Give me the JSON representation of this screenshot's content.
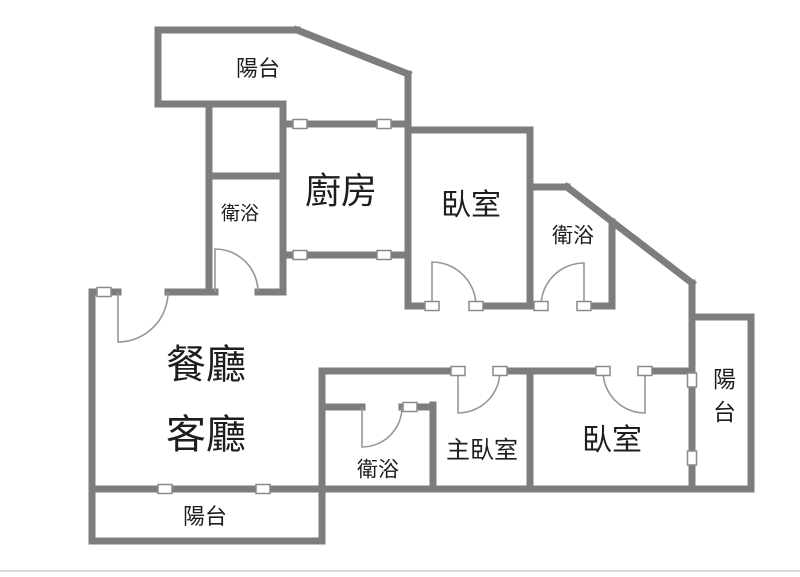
{
  "meta": {
    "title": "apartment-floor-plan"
  },
  "colors": {
    "wall": "#7d7d7d",
    "door_arc": "#979797",
    "marker_stroke": "#8a8a8a",
    "background": "#ffffff",
    "text": "#1e1e1e"
  },
  "rooms": {
    "balcony_top": "陽台",
    "kitchen": "廚房",
    "bathroom_top_left": "衛浴",
    "bedroom_top": "臥室",
    "bathroom_top_right": "衛浴",
    "dining_room": "餐廳",
    "living_room": "客廳",
    "bathroom_bottom": "衛浴",
    "master_bedroom": "主臥室",
    "bedroom_bottom_right": "臥室",
    "balcony_right": "陽台",
    "balcony_bottom": "陽台"
  }
}
